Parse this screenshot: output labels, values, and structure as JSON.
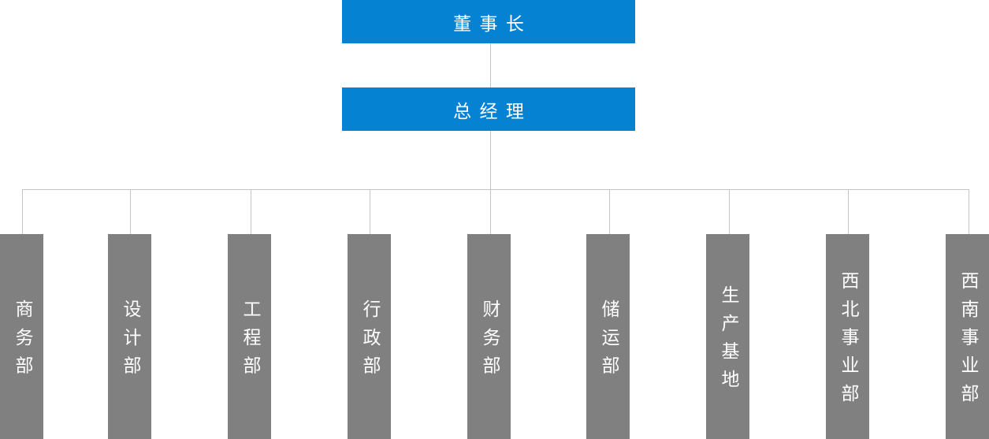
{
  "colors": {
    "top_box": "#0583d2",
    "dept_box": "#808080",
    "line": "#c4c4c4",
    "text": "#ffffff"
  },
  "org": {
    "chairman": "董事长",
    "general_manager": "总经理",
    "departments": [
      "商务部",
      "设计部",
      "工程部",
      "行政部",
      "财务部",
      "储运部",
      "生产基地",
      "西北事业部",
      "西南事业部"
    ]
  }
}
